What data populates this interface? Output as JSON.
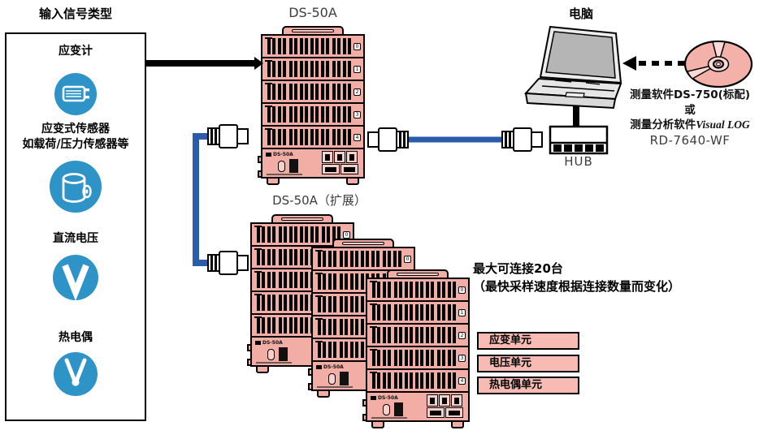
{
  "colors": {
    "device_pink": "#f2ada5",
    "device_light": "#f8cfc9",
    "cable_blue": "#2b5ca9",
    "icon_blue": "#2e93c6",
    "legend_pink": "#f7bbb3",
    "cd_pink": "#f3b1a9",
    "cd_light": "#fbd9d4"
  },
  "left_panel": {
    "title": "输入信号类型",
    "items": [
      {
        "icon": "strain-gauge-icon",
        "label": "应变计"
      },
      {
        "icon": "load-cell-icon",
        "label": "应变式传感器",
        "label2": "如载荷/压力传感器等"
      },
      {
        "icon": "dc-voltage-icon",
        "label": "直流电压"
      },
      {
        "icon": "thermocouple-icon",
        "label": "热电偶"
      }
    ]
  },
  "devices": {
    "main_label": "DS-50A",
    "expansion_label": "DS-50A（扩展）",
    "panel_model": "DS-50A",
    "row_badges": [
      "0",
      "1",
      "2",
      "3",
      "4"
    ]
  },
  "computer": {
    "label": "电脑"
  },
  "hub": {
    "label": "HUB"
  },
  "software_note": {
    "line1": "测量软件DS-750(标配)",
    "line2": "或",
    "line3_prefix": "测量分析软件",
    "line3_em": "Visual LOG",
    "line4": "RD-7640-WF"
  },
  "capacity_note": {
    "line1": "最大可连接20台",
    "line2": "（最快采样速度根据连接数量而变化）"
  },
  "unit_legend": [
    {
      "label": "应变单元"
    },
    {
      "label": "电压单元"
    },
    {
      "label": "热电偶单元"
    }
  ]
}
